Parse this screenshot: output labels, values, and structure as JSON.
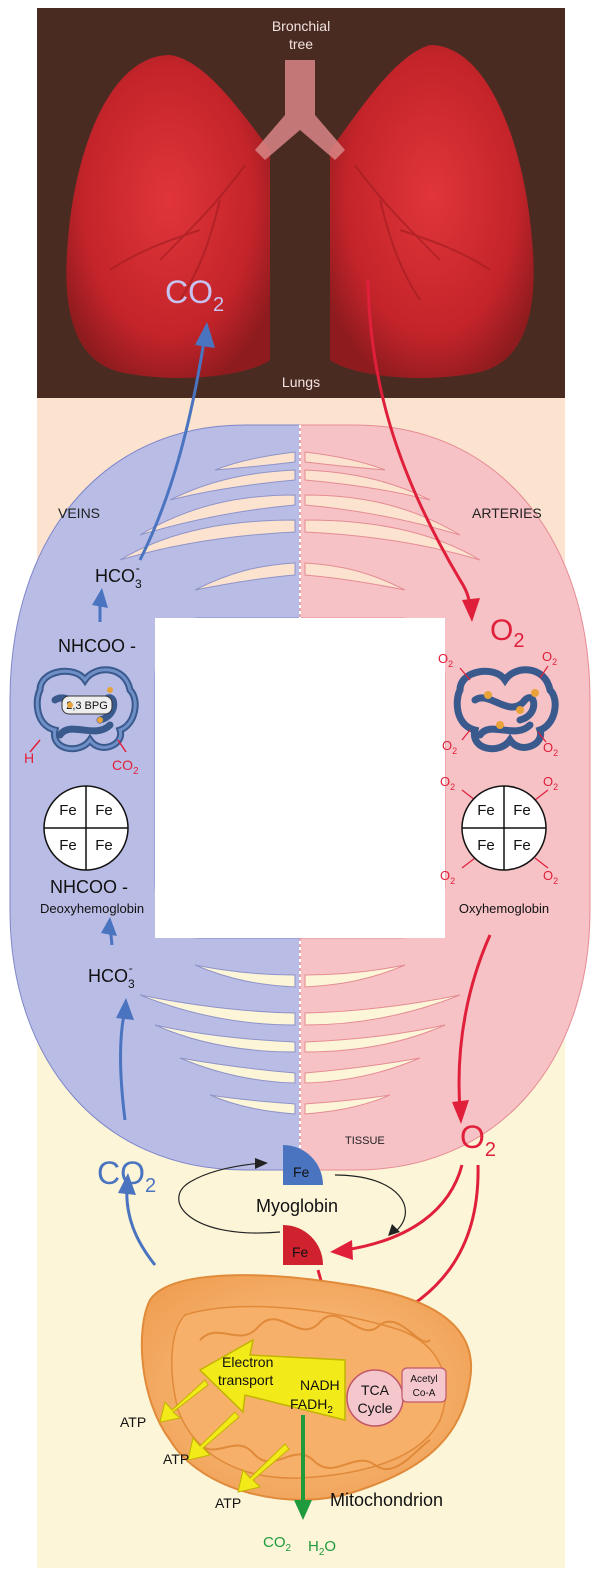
{
  "lungs": {
    "bronchial_line1": "Bronchial",
    "bronchial_line2": "tree",
    "lungs_label": "Lungs",
    "co2_main": "CO",
    "co2_sub": "2"
  },
  "vessels": {
    "veins": "VEINS",
    "arteries": "ARTERIES"
  },
  "venous": {
    "hco3_top_main": "HCO",
    "hco3_top_sub": "3",
    "hco3_top_sup": "-",
    "nhcoo_top": "NHCOO -",
    "bpg": "2,3 BPG",
    "h_label": "H",
    "co2_label_main": "CO",
    "co2_label_sub": "2",
    "fe_cells": [
      "Fe",
      "Fe",
      "Fe",
      "Fe"
    ],
    "nhcoo_bottom": "NHCOO -",
    "deoxy": "Deoxyhemoglobin",
    "hco3_bottom_main": "HCO",
    "hco3_bottom_sub": "3",
    "hco3_bottom_sup": "-"
  },
  "arterial": {
    "o2_main": "O",
    "o2_sub": "2",
    "o2_small_main": "O",
    "o2_small_sub": "2",
    "fe_cells": [
      "Fe",
      "Fe",
      "Fe",
      "Fe"
    ],
    "oxy": "Oxyhemoglobin"
  },
  "tissue": {
    "tissue_label": "TISSUE",
    "co2_main": "CO",
    "co2_sub": "2",
    "o2_main": "O",
    "o2_sub": "2",
    "o2_mid_main": "O",
    "o2_mid_sub": "2",
    "fe_top": "Fe",
    "fe_bottom": "Fe",
    "myoglobin": "Myoglobin"
  },
  "mito": {
    "electron": "Electron",
    "transport": "transport",
    "nadh": "NADH",
    "fadh_main": "FADH",
    "fadh_sub": "2",
    "tca1": "TCA",
    "tca2": "Cycle",
    "acetyl1": "Acetyl",
    "acetyl2": "Co-A",
    "atp": [
      "ATP",
      "ATP",
      "ATP"
    ],
    "co2_main": "CO",
    "co2_sub": "2",
    "h2o_main": "H",
    "h2o_sub": "2",
    "h2o_end": "O",
    "mitochondrion": "Mitochondrion"
  },
  "colors": {
    "lung_bg": "#4a2b22",
    "lung": "#c8252a",
    "upper_bg": "#fbe3cf",
    "lower_bg": "#fcf5d8",
    "vein": "#b9bde6",
    "artery": "#f6c2c6",
    "blue": "#4a74c0",
    "red": "#e0203a",
    "yellow": "#f3ea1a",
    "green": "#1f9a3c"
  }
}
